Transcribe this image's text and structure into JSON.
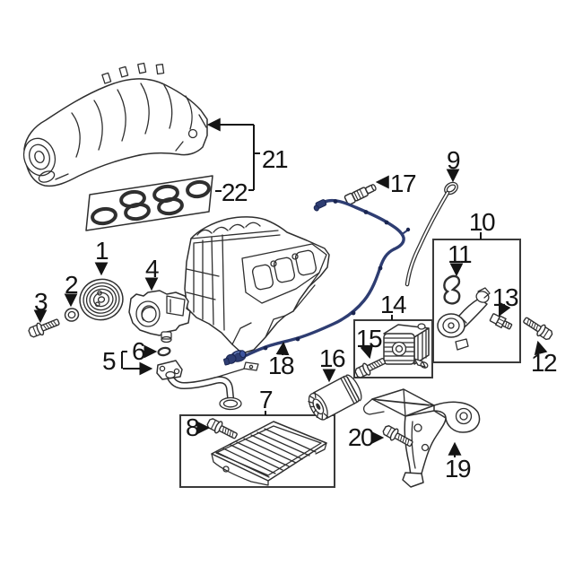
{
  "figure": {
    "kind": "engine-exploded-parts-diagram",
    "background": "#ffffff",
    "line_color": "#2f2f2f",
    "harness_color": "#2e3d72",
    "label_color": "#141414"
  },
  "callouts": [
    {
      "num": "1",
      "part": "crankshaft-pulley"
    },
    {
      "num": "2",
      "part": "crankshaft-front-seal"
    },
    {
      "num": "3",
      "part": "pulley-bolt"
    },
    {
      "num": "4",
      "part": "oil-pump"
    },
    {
      "num": "5",
      "part": "oil-pickup-tube"
    },
    {
      "num": "6",
      "part": "pickup-tube-o-ring"
    },
    {
      "num": "7",
      "part": "oil-pan"
    },
    {
      "num": "8",
      "part": "oil-pan-bolt"
    },
    {
      "num": "9",
      "part": "oil-dipstick"
    },
    {
      "num": "10",
      "part": "oil-filter-adapter-assembly"
    },
    {
      "num": "11",
      "part": "adapter-gasket"
    },
    {
      "num": "12",
      "part": "adapter-bolt"
    },
    {
      "num": "13",
      "part": "oil-pressure-sensor"
    },
    {
      "num": "14",
      "part": "oil-cooler-assembly"
    },
    {
      "num": "15",
      "part": "oil-cooler-bolt"
    },
    {
      "num": "16",
      "part": "oil-filter"
    },
    {
      "num": "17",
      "part": "position-sensor"
    },
    {
      "num": "18",
      "part": "wiring-harness"
    },
    {
      "num": "19",
      "part": "support-bracket"
    },
    {
      "num": "20",
      "part": "bracket-bolt"
    },
    {
      "num": "21",
      "part": "intake-manifold"
    },
    {
      "num": "22",
      "part": "intake-manifold-gasket-set"
    }
  ]
}
